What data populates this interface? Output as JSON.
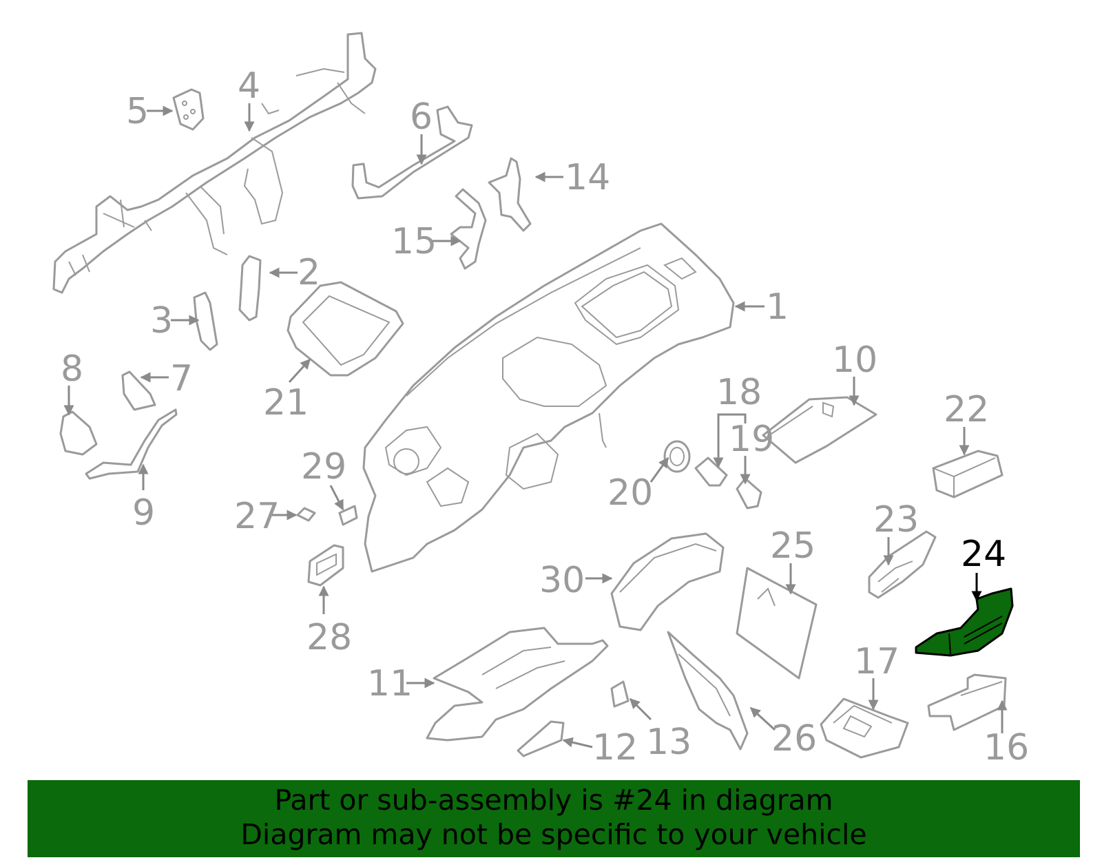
{
  "callouts": {
    "c1": "1",
    "c2": "2",
    "c3": "3",
    "c4": "4",
    "c5": "5",
    "c6": "6",
    "c7": "7",
    "c8": "8",
    "c9": "9",
    "c10": "10",
    "c11": "11",
    "c12": "12",
    "c13": "13",
    "c14": "14",
    "c15": "15",
    "c16": "16",
    "c17": "17",
    "c18": "18",
    "c19": "19",
    "c20": "20",
    "c21": "21",
    "c22": "22",
    "c23": "23",
    "c24": "24",
    "c25": "25",
    "c26": "26",
    "c27": "27",
    "c28": "28",
    "c29": "29",
    "c30": "30"
  },
  "highlighted_part": "24",
  "colors": {
    "highlight": "#0b6a0b",
    "line": "#9a9a9a",
    "banner": "#0b6a0b"
  },
  "banner": {
    "line1": "Part or sub-assembly is #24 in diagram",
    "line2": "Diagram may not be specific to your vehicle"
  }
}
